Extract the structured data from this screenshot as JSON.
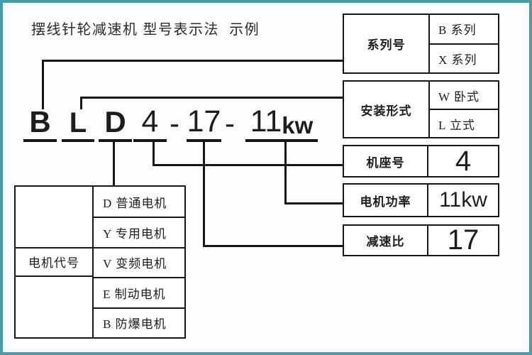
{
  "title": "摆线针轮减速机 型号表示法  示例",
  "model": {
    "series_code": "B",
    "mount_code": "L",
    "motor_code": "D",
    "frame_no": "4",
    "dash1": "-",
    "ratio": "17",
    "dash2": "-",
    "power_num": "11",
    "power_unit": "kw"
  },
  "tables": {
    "series": {
      "label": "系列号",
      "options": [
        "B 系列",
        "X 系列"
      ]
    },
    "mounting": {
      "label": "安装形式",
      "options": [
        "W 卧式",
        "L 立式"
      ]
    },
    "frame": {
      "label": "机座号",
      "value": "4"
    },
    "power": {
      "label": "电机功率",
      "value": "11kw"
    },
    "ratio": {
      "label": "减速比",
      "value": "17"
    },
    "motor": {
      "label": "电机代号",
      "options": [
        "D 普通电机",
        "Y 专用电机",
        "V 变频电机",
        "E 制动电机",
        "B 防爆电机"
      ]
    }
  },
  "colors": {
    "frame_border": "#4f9aa2",
    "line": "#161616",
    "text": "#1d1d1d"
  }
}
